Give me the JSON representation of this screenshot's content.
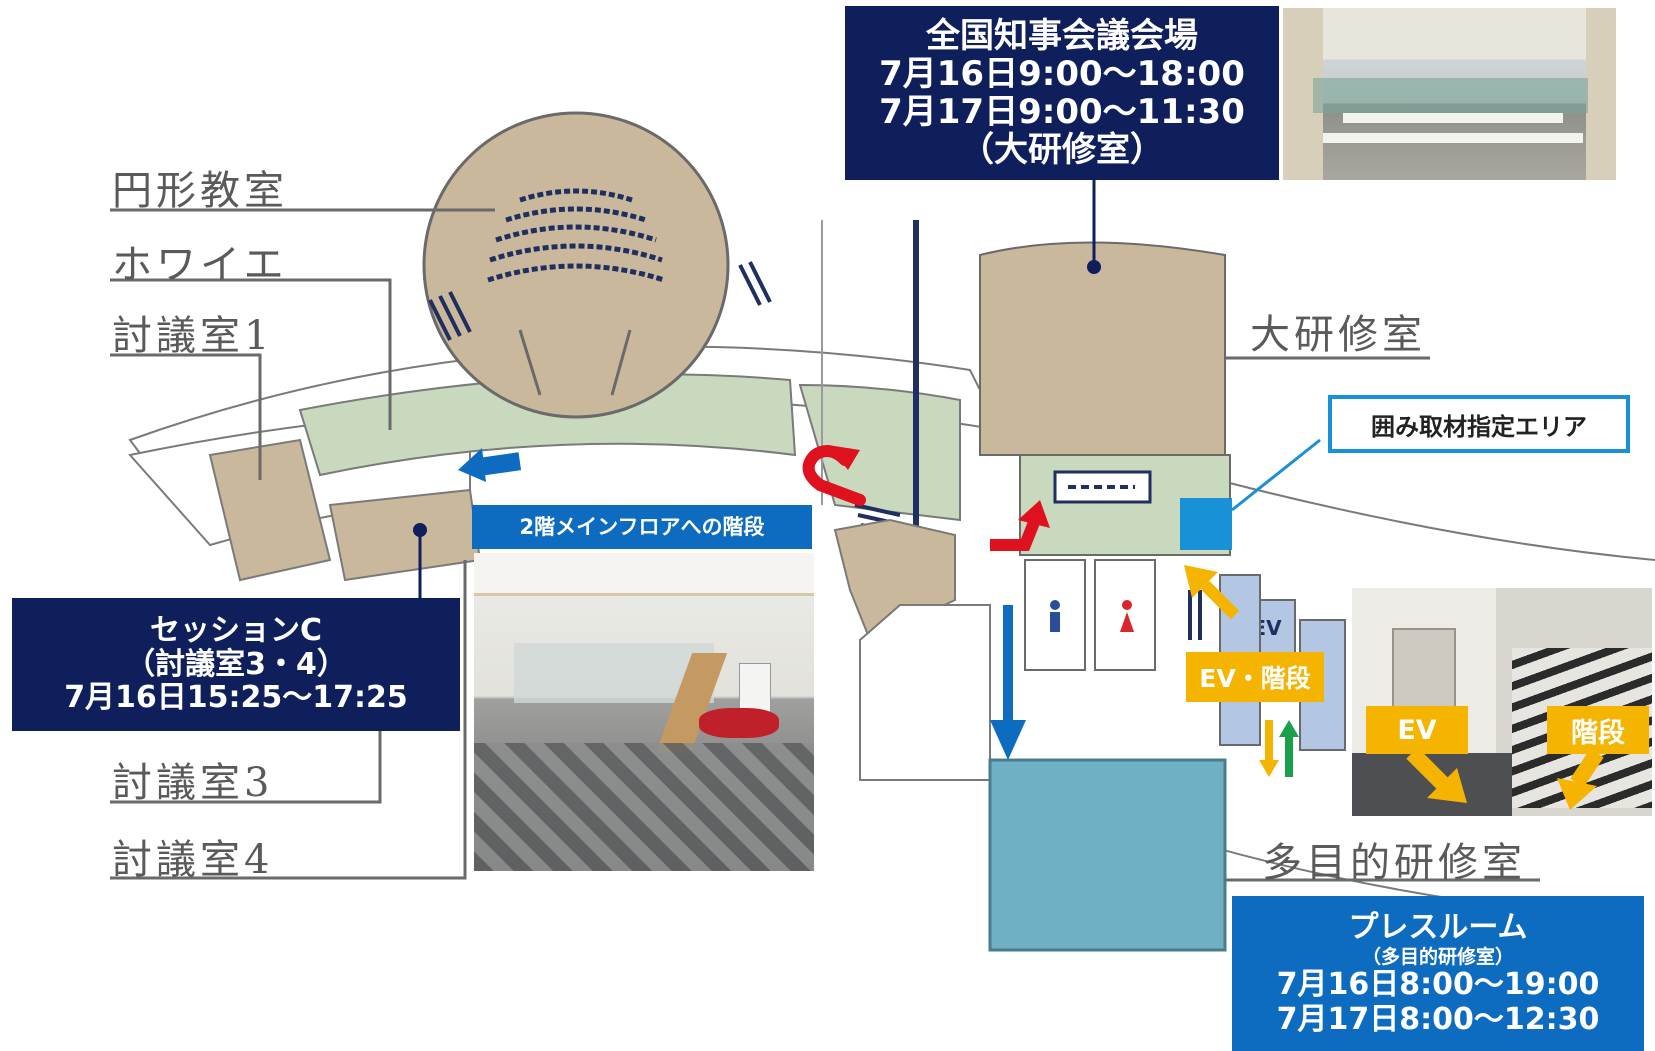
{
  "rooms": {
    "circle_classroom": "円形教室",
    "foyer": "ホワイエ",
    "discussion_1": "討議室1",
    "discussion_3": "討議室3",
    "discussion_4": "討議室4",
    "large_training": "大研修室",
    "multipurpose": "多目的研修室"
  },
  "venue_box": {
    "title": "全国知事会議会場",
    "line1": "7月16日9:00〜18:00",
    "line2": "7月17日9:00〜11:30",
    "line3": "（大研修室）"
  },
  "session_box": {
    "title": "セッションC",
    "line1": "（討議室3・4）",
    "line2": "7月16日15:25〜17:25"
  },
  "press_box": {
    "title": "プレスルーム",
    "sub": "（多目的研修室）",
    "line1": "7月16日8:00〜19:00",
    "line2": "7月17日8:00〜12:30"
  },
  "interview_area": "囲み取材指定エリア",
  "stairs_caption": "2階メインフロアへの階段",
  "ev_stairs_label": "EV・階段",
  "ev_label": "EV",
  "stairs_label": "階段",
  "elevator_sign": "EV",
  "colors": {
    "navy": "#0f1f5c",
    "blue": "#0e6cc0",
    "yellow": "#f5b400",
    "green_floor": "#c9d9bd",
    "tan_room": "#c9b89b",
    "press_room": "#6fb0c4"
  }
}
